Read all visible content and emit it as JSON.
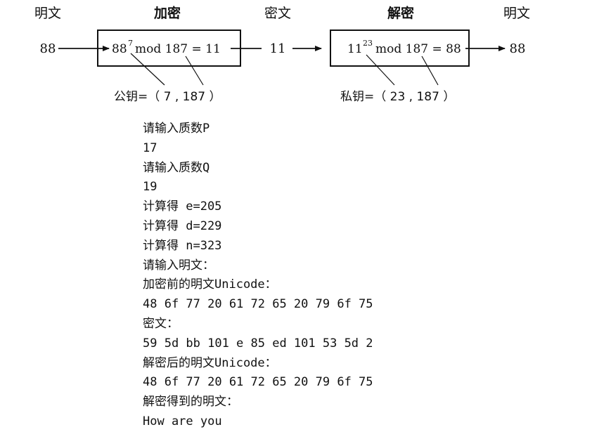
{
  "diagram": {
    "headers": {
      "plaintext_left": "明文",
      "encrypt": "加密",
      "ciphertext": "密文",
      "decrypt": "解密",
      "plaintext_right": "明文"
    },
    "input_value": "88",
    "encrypt_box": {
      "base": "88",
      "exponent": "7",
      "rest": "mod 187 = 11"
    },
    "cipher_value": "11",
    "decrypt_box": {
      "base": "11",
      "exponent": "23",
      "rest": "mod 187 = 88"
    },
    "output_value": "88",
    "public_key": "公钥=（ 7 , 187 ）",
    "private_key": "私钥=（ 23 , 187 ）"
  },
  "console_lines": [
    "请输入质数P",
    "17",
    "请输入质数Q",
    "19",
    "计算得 e=205",
    "计算得 d=229",
    "计算得 n=323",
    "请输入明文：",
    "加密前的明文Unicode：",
    "48 6f 77 20 61 72 65 20 79 6f 75",
    "密文：",
    "59 5d bb 101 e 85 ed 101 53 5d 2",
    "解密后的明文Unicode：",
    "48 6f 77 20 61 72 65 20 79 6f 75",
    "解密得到的明文：",
    "How are you"
  ]
}
